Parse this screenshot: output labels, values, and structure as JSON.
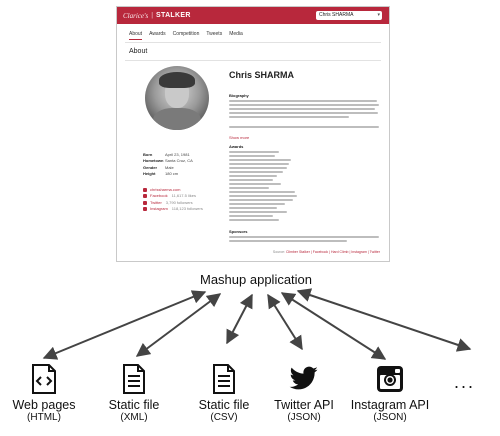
{
  "app": {
    "brand_script": "Clarice's",
    "brand_sep": "|",
    "brand_name": "STALKER",
    "artist_select": "Chris SHARMA",
    "tabs": [
      "About",
      "Awards",
      "Competition",
      "Tweets",
      "Media"
    ],
    "section_title": "About",
    "artist_name": "Chris SHARMA",
    "facts": [
      {
        "label": "Born",
        "value": "April 23, 1981"
      },
      {
        "label": "Hometown",
        "value": "Santa Cruz, CA"
      },
      {
        "label": "Gender",
        "value": "Male"
      },
      {
        "label": "Height",
        "value": "180 cm"
      }
    ],
    "links": [
      {
        "label": "chrissharma.com",
        "count": ""
      },
      {
        "label": "Facebook",
        "count": "11,617.5 likes"
      },
      {
        "label": "Twitter",
        "count": "3,790 followers"
      },
      {
        "label": "Instagram",
        "count": "118,123 followers"
      }
    ],
    "biography_heading": "Biography",
    "awards_heading": "Awards",
    "sponsors_heading": "Sponsors",
    "show_more": "Show more",
    "sources_label": "Source:",
    "sources": "Climber Stalker | Facebook | Hard Climb | Instagram | Twitter"
  },
  "diagram": {
    "title": "Mashup application",
    "nodes": [
      {
        "label": "Web pages",
        "sub": "(HTML)",
        "icon": "html-icon"
      },
      {
        "label": "Static file",
        "sub": "(XML)",
        "icon": "document-icon"
      },
      {
        "label": "Static file",
        "sub": "(CSV)",
        "icon": "document-icon"
      },
      {
        "label": "Twitter API",
        "sub": "(JSON)",
        "icon": "twitter-bird-icon"
      },
      {
        "label": "Instagram API",
        "sub": "(JSON)",
        "icon": "instagram-icon"
      }
    ],
    "ellipsis": "..."
  }
}
